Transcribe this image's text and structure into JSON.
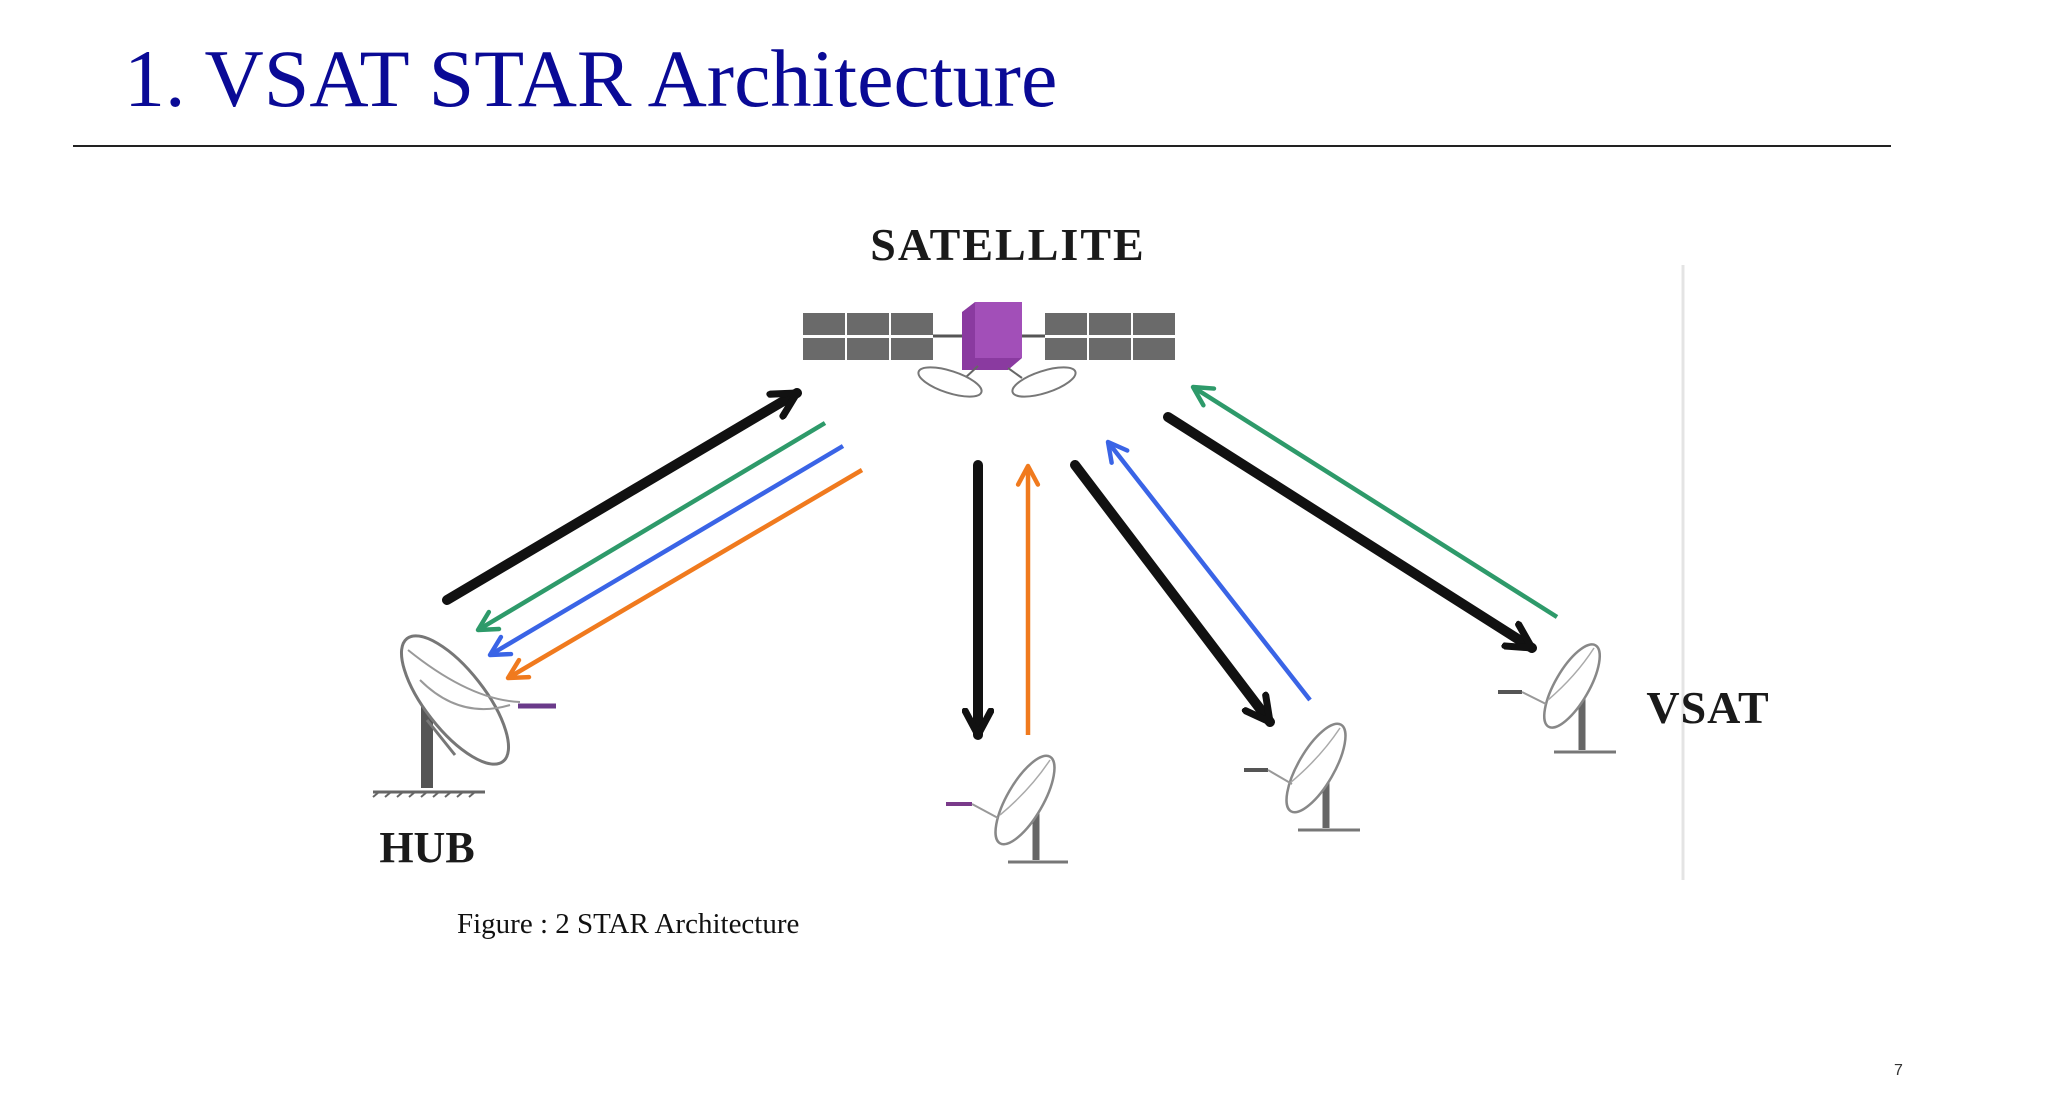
{
  "slide": {
    "title": "1. VSAT STAR Architecture",
    "page_number": "7"
  },
  "diagram": {
    "satellite_label": "SATELLITE",
    "hub_label": "HUB",
    "vsat_label": "VSAT",
    "caption": "Figure : 2 STAR Architecture"
  },
  "colors": {
    "title": "#0a0a96",
    "link_black": "#111111",
    "link_green": "#2e9a6a",
    "link_blue": "#3a64e6",
    "link_orange": "#f07a1e",
    "satellite_body": "#8a3aa0",
    "solar_panel": "#6a6a6a"
  }
}
